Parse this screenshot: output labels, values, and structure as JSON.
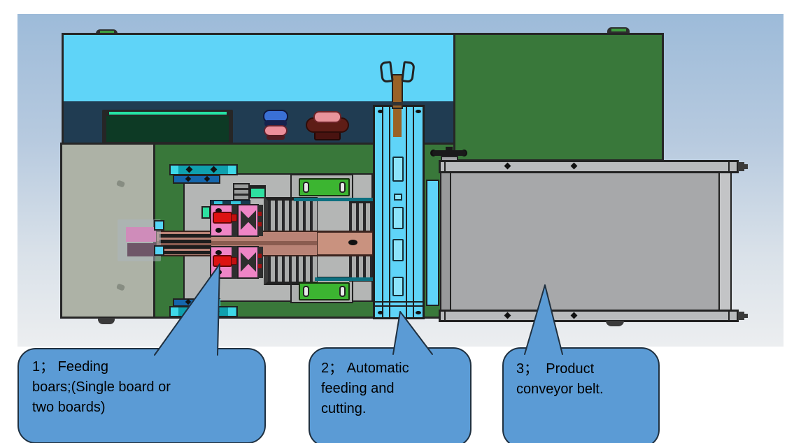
{
  "figure": {
    "type": "machine-top-view-annotated-diagram",
    "colors": {
      "callout_fill": "#5b9bd5",
      "callout_border": "#1f3040",
      "machine_green": "#39783a",
      "hood_cyan": "#5fd4f8",
      "control_navy": "#203c52",
      "display_green": "#0d3a25",
      "display_line_teal": "#25e3a4",
      "side_panel_gray": "#adb2a6",
      "conveyor_gray": "#a7a8aa",
      "rail_salmon": "#b98376",
      "clamp_pink": "#ef85c6",
      "lever_red": "#dd1212",
      "slot_block_green": "#3cb531",
      "background_top": "#9dbbd9",
      "background_bottom": "#eceef0"
    }
  },
  "callouts": [
    {
      "id": "1",
      "lines": [
        "1； Feeding",
        "boars;(Single board or",
        "two boards)"
      ]
    },
    {
      "id": "2",
      "lines": [
        "2； Automatic",
        "feeding and",
        "cutting."
      ]
    },
    {
      "id": "3",
      "lines": [
        "3；  Product",
        "conveyor belt."
      ]
    }
  ]
}
